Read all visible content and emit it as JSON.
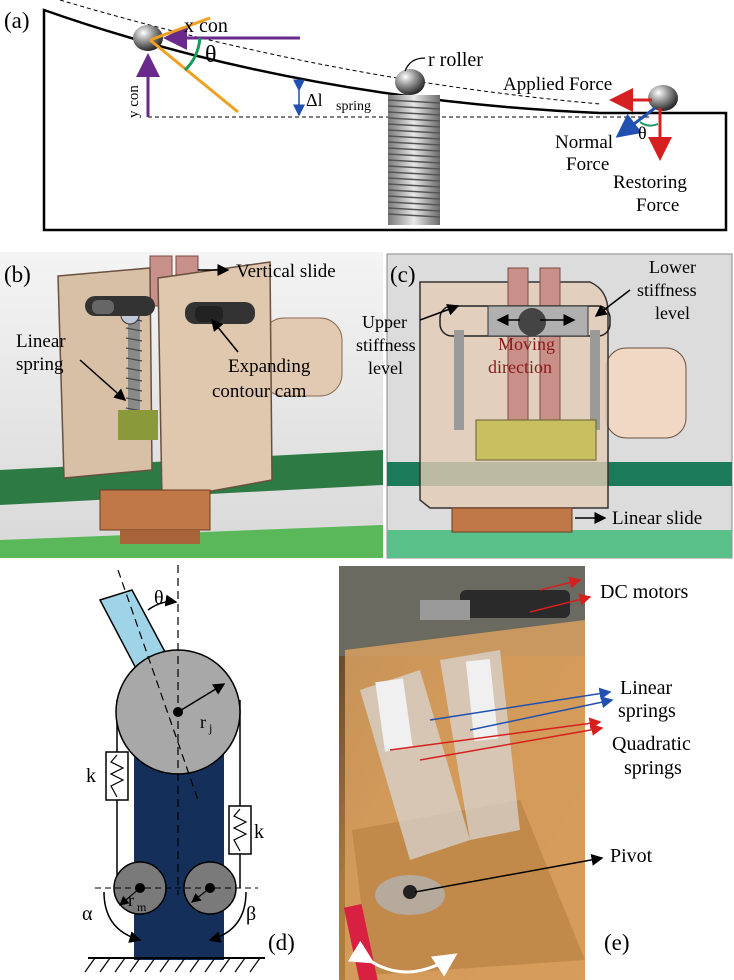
{
  "panels": {
    "a": {
      "tag": "(a)",
      "x_con": "x con",
      "theta": "θ",
      "y_con": "y con",
      "r_roller": "r roller",
      "delta_l": "Δl",
      "spring_sub": "spring",
      "applied_force": "Applied Force",
      "normal_force_1": "Normal",
      "normal_force_2": "Force",
      "theta2": "θ",
      "restoring_force_1": "Restoring",
      "restoring_force_2": "Force"
    },
    "b": {
      "tag": "(b)",
      "vertical_slide": "Vertical slide",
      "linear_spring_1": "Linear",
      "linear_spring_2": "spring",
      "expanding_1": "Expanding",
      "expanding_2": "contour cam"
    },
    "c": {
      "tag": "(c)",
      "upper_1": "Upper",
      "upper_2": "stiffness",
      "upper_3": "level",
      "lower_1": "Lower",
      "lower_2": "stiffness",
      "lower_3": "level",
      "moving_1": "Moving",
      "moving_2": "direction",
      "linear_slide": "Linear slide"
    },
    "d": {
      "tag": "(d)",
      "theta": "θ",
      "r_j": "r",
      "r_j_sub": "j",
      "k_left": "k",
      "k_right": "k",
      "r_m": "r",
      "r_m_sub": "m",
      "alpha": "α",
      "beta": "β"
    },
    "e": {
      "tag": "(e)",
      "dc_motors": "DC motors",
      "linear_springs_1": "Linear",
      "linear_springs_2": "springs",
      "quadratic_1": "Quadratic",
      "quadratic_2": "springs",
      "pivot": "Pivot"
    }
  },
  "colors": {
    "purple": "#6a2a8c",
    "orange": "#f0a020",
    "green": "#1a9a5a",
    "red": "#d62020",
    "blue": "#2050b0",
    "navy": "#14305a",
    "light_blue": "#9fd4e8",
    "gray": "#a8a8a8"
  }
}
